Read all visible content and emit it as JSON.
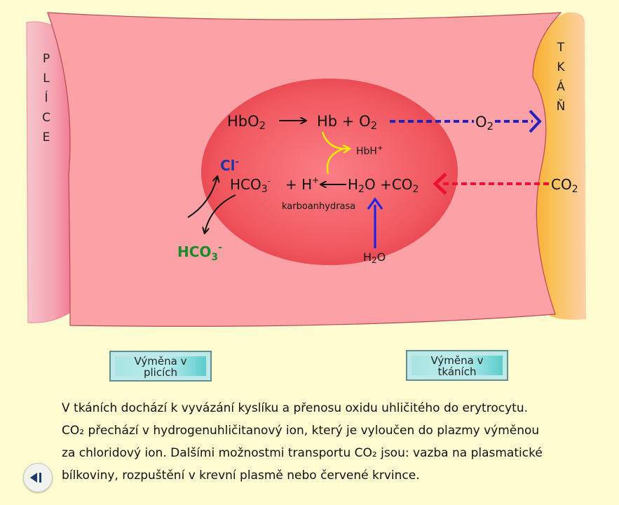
{
  "left_side": {
    "letters": [
      "P",
      "L",
      "Í",
      "C",
      "E"
    ]
  },
  "right_side": {
    "letters": [
      "T",
      "K",
      "Á",
      "Ň"
    ]
  },
  "diagram": {
    "reaction1_left": "HbO",
    "reaction1_left_sub": "2",
    "reaction1_right_a": "Hb + O",
    "reaction1_right_sub": "2",
    "o2_out": "O",
    "o2_out_sub": "2",
    "hbh": "HbH",
    "hbh_sup": "+",
    "cl": "Cl",
    "cl_sup": "-",
    "hco3_inner": "HCO",
    "hco3_inner_sub": "3",
    "hco3_inner_sup": "-",
    "h_plus": "+ H",
    "h_plus_sup": "+",
    "h2o_a": "H",
    "h2o_a_sub": "2",
    "h2o_b": "O +CO",
    "h2o_sub2": "2",
    "co2_in": "CO",
    "co2_in_sub": "2",
    "enzyme": "karboanhydrasa",
    "hco3_outer": "HCO",
    "hco3_outer_sub": "3",
    "hco3_outer_sup": "-",
    "water_in": "H",
    "water_in_sub": "2",
    "water_in_tail": "O",
    "colors": {
      "oxygen_arrow": "#2222bb",
      "co2_arrow": "#ee1133",
      "hbh_arrow": "#ffee00",
      "water_arrow": "#1122ee",
      "chloride": "#2233aa",
      "bicarbonate_out": "#1a8a2a"
    }
  },
  "buttons": {
    "lungs": {
      "line1": "Výměna v",
      "line2": "plicích"
    },
    "tissues": {
      "line1": "Výměna v",
      "line2": "tkáních"
    }
  },
  "description": [
    "V tkáních dochází k vyvázání kyslíku a přenosu oxidu uhličitého do erytrocytu.",
    "CO₂ přechází v hydrogenuhličitanový ion, který je vyloučen do plazmy výměnou",
    "za chloridový ion. Dalšími možnostmi transportu CO₂ jsou: vazba na plasmatické",
    "bílkoviny, rozpuštění v krevní plasmě nebo červené krvince."
  ]
}
